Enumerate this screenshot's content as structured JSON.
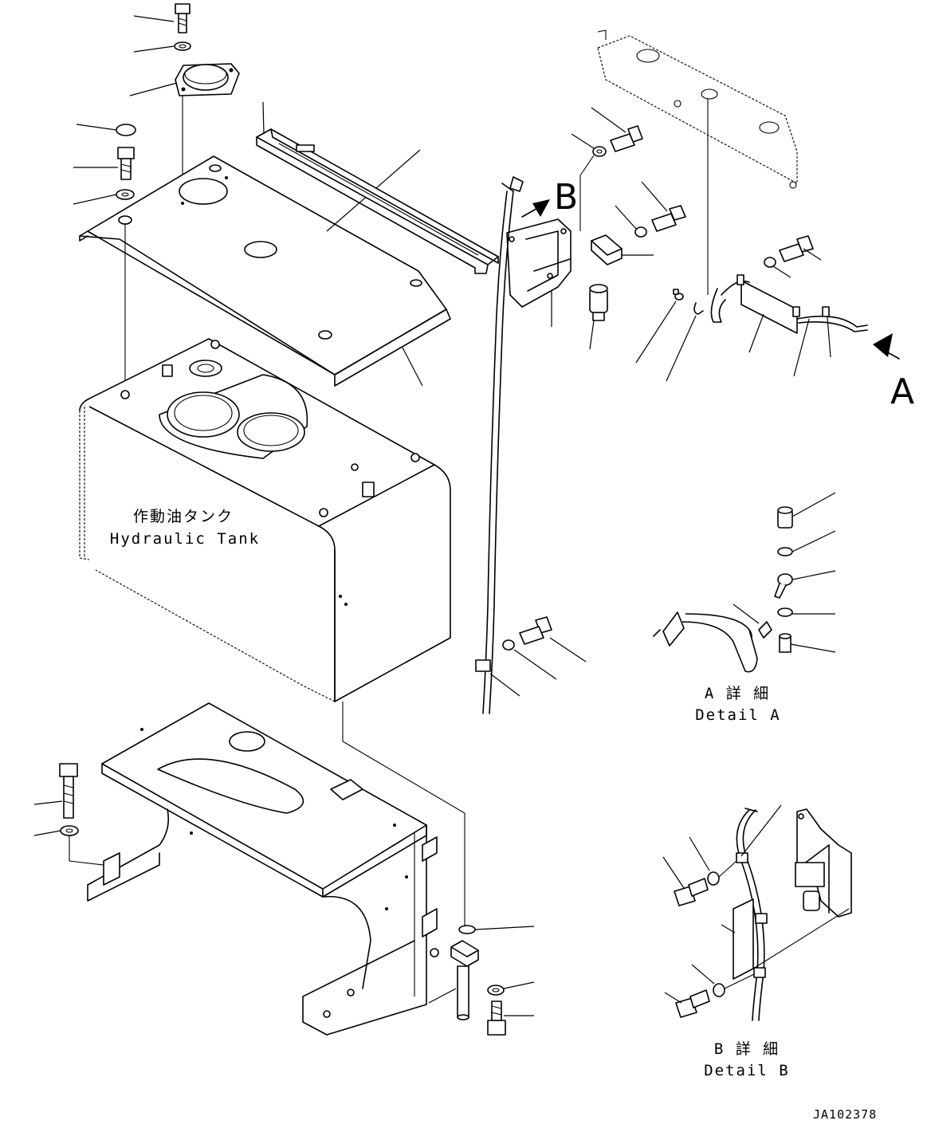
{
  "labels": {
    "tank_jp": "作動油タンク",
    "tank_en": "Hydraulic Tank",
    "detail_a_jp": "A 詳 細",
    "detail_a_en": "Detail A",
    "detail_b_jp": "B 詳 細",
    "detail_b_en": "Detail B",
    "view_a": "A",
    "view_b": "B",
    "drawing_code": "JA102378"
  }
}
